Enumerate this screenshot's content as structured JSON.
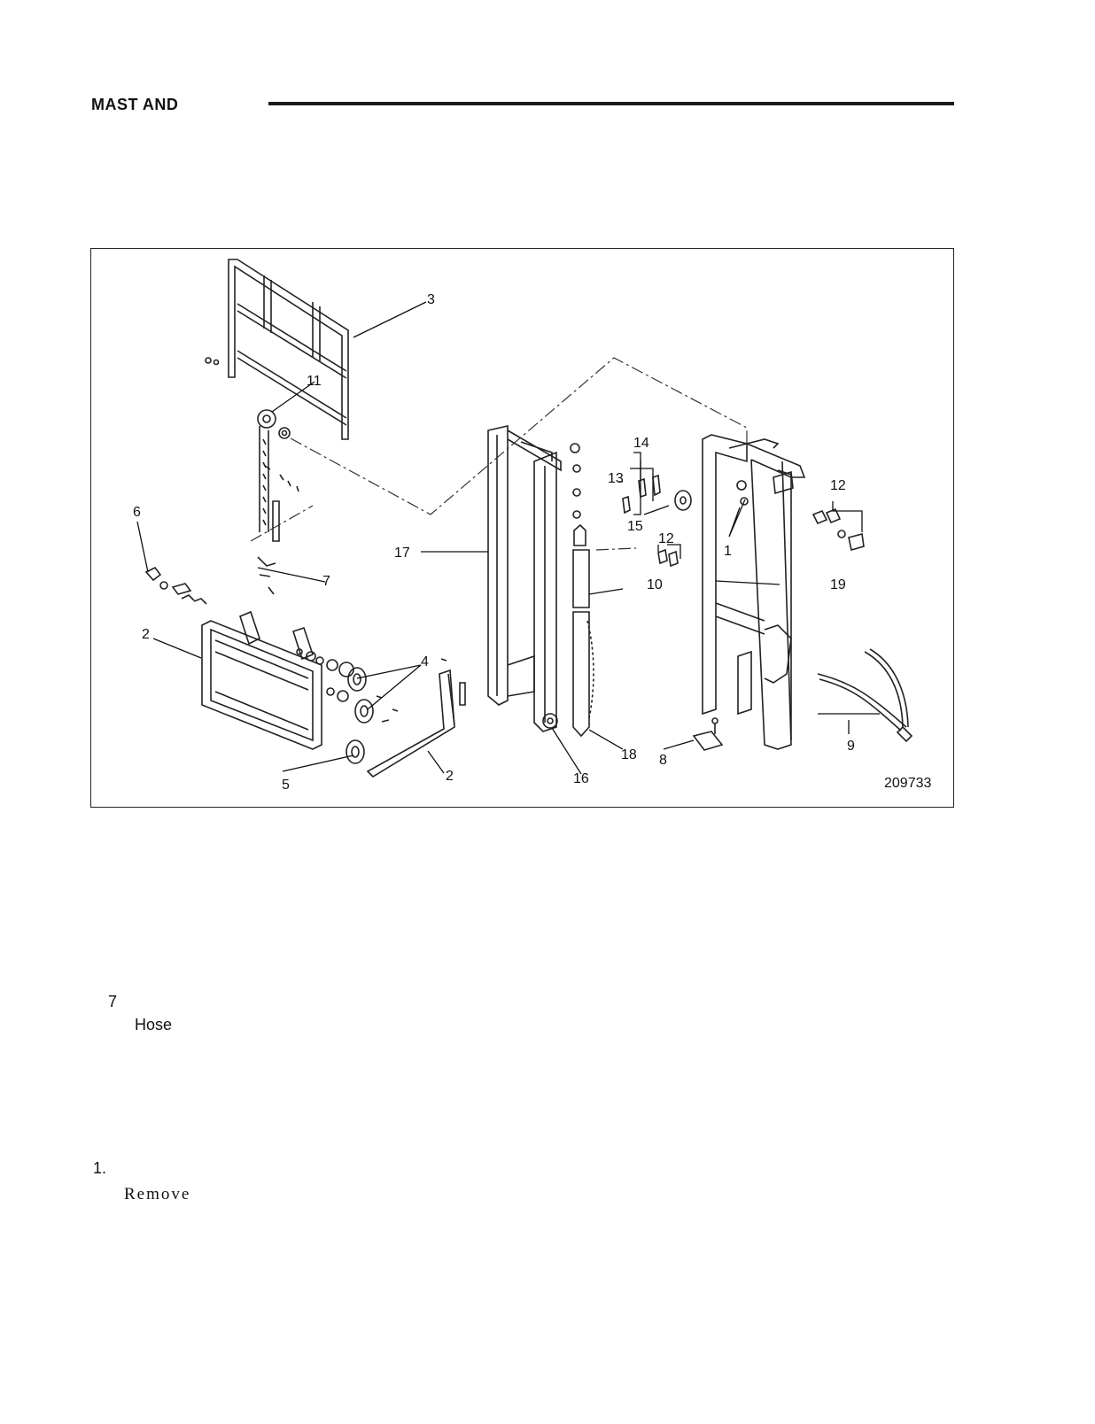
{
  "header": {
    "title": "MAST AND"
  },
  "figure": {
    "number": "209733",
    "callouts": [
      "1",
      "2",
      "2",
      "3",
      "4",
      "5",
      "6",
      "7",
      "8",
      "9",
      "10",
      "11",
      "12",
      "12",
      "13",
      "14",
      "15",
      "16",
      "17",
      "18",
      "19"
    ]
  },
  "steps": {
    "step_number": "7",
    "step_text": "Hose"
  },
  "procedure": {
    "number": "1.",
    "text": "Remove"
  }
}
